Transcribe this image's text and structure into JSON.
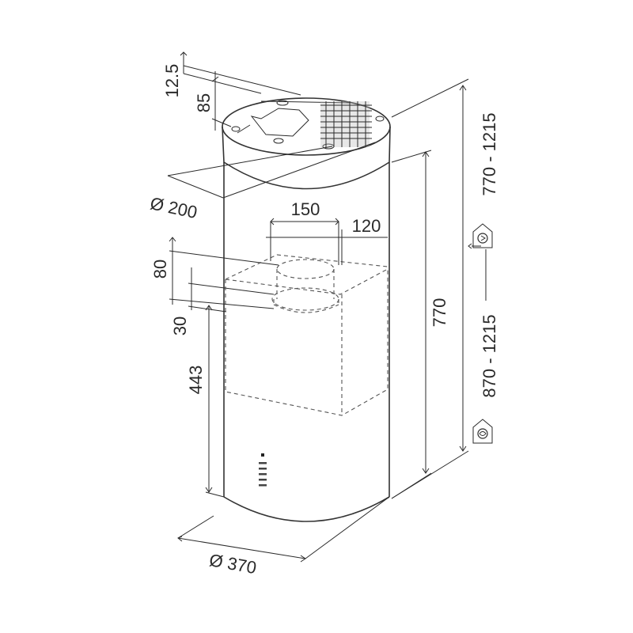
{
  "diagram": {
    "dimensions": {
      "top_gap": "12.5",
      "top_ring_height": "85",
      "top_diameter": "Ø 200",
      "outlet_150": "150",
      "outlet_120": "120",
      "duct_height": "80",
      "duct_offset": "30",
      "body_height": "443",
      "total_height": "770",
      "body_diameter": "Ø 370",
      "range_recirculation": "870 - 1215",
      "range_extraction": "770 - 1215"
    },
    "icons": {
      "recirculation": "recirculation-house-icon",
      "extraction": "extraction-house-icon"
    },
    "colors": {
      "line": "#2a2a2a",
      "background": "#ffffff"
    }
  }
}
